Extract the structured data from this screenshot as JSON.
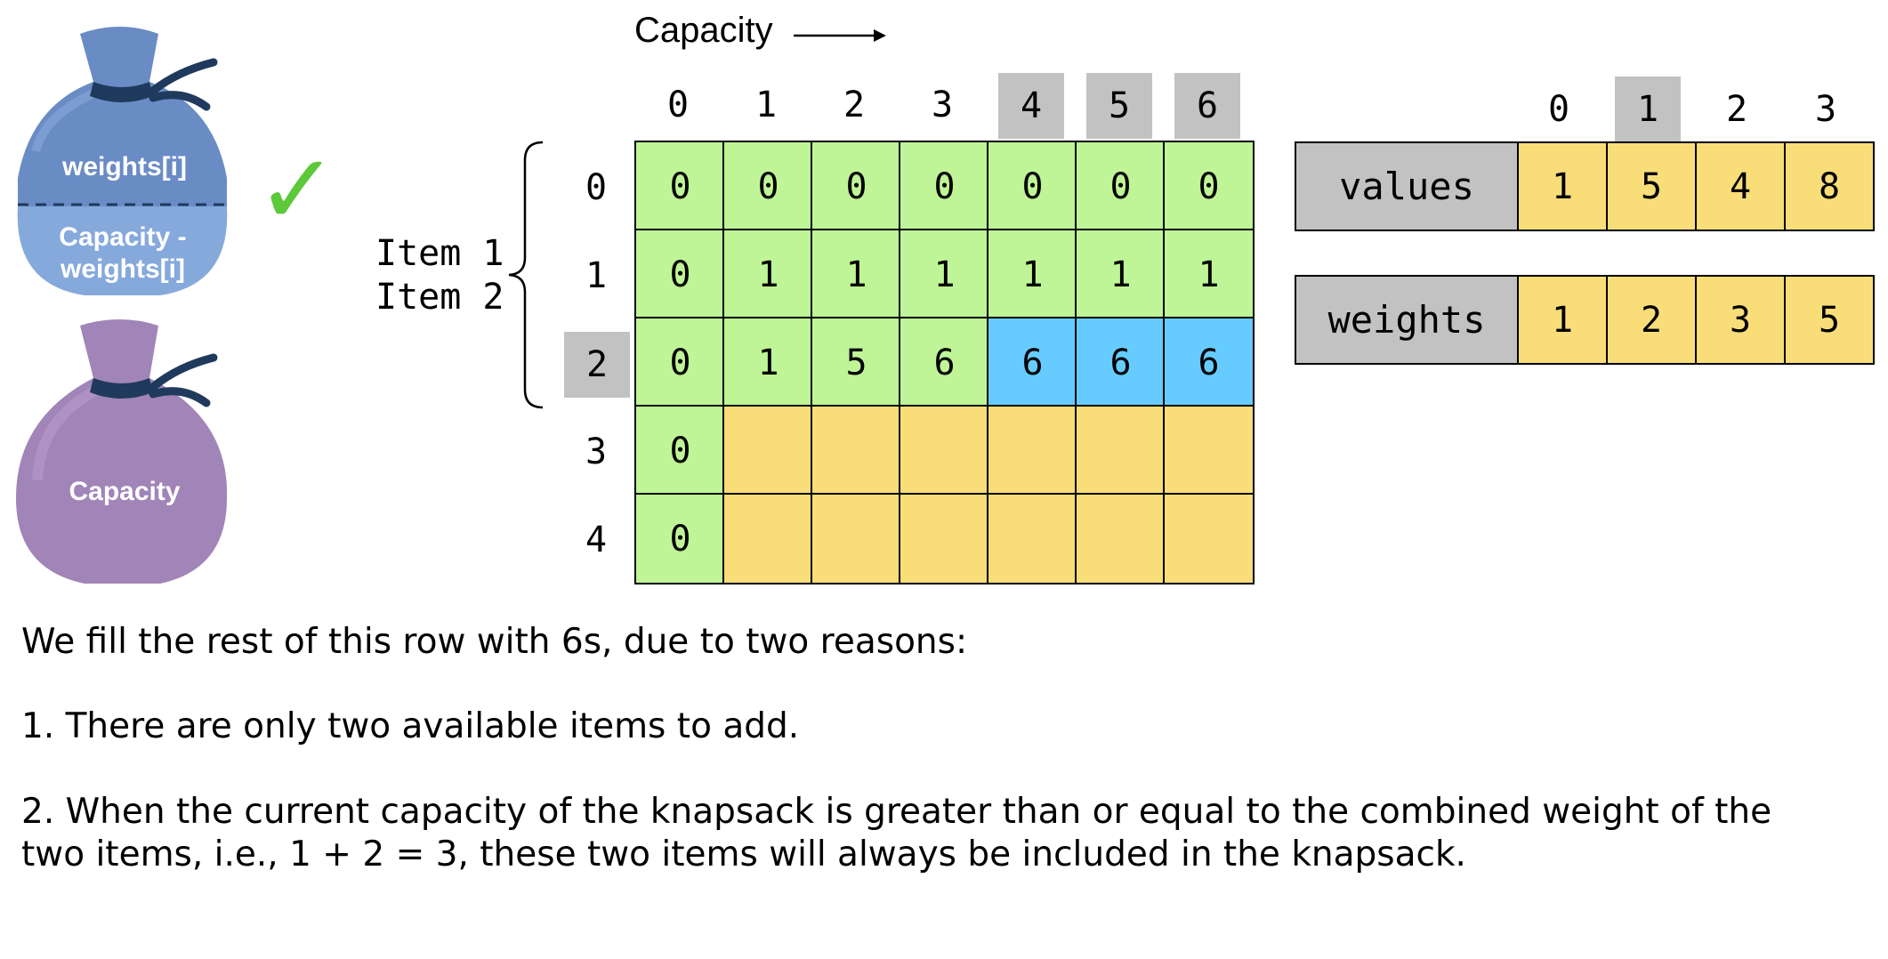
{
  "sacks": {
    "top_upper_label": "weights[i]",
    "top_lower_label_line1": "Capacity -",
    "top_lower_label_line2": "weights[i]",
    "bottom_label": "Capacity",
    "check_mark": "✓",
    "colors": {
      "top_sack": "#6f8fc6",
      "top_sack_lower": "#8fb0e0",
      "bottom_sack": "#a385b9",
      "tie": "#1f3a5c",
      "check": "#5cc93a"
    }
  },
  "dp_table": {
    "capacity_title": "Capacity",
    "capacity_arrow": "→",
    "col_headers": [
      "0",
      "1",
      "2",
      "3",
      "4",
      "5",
      "6"
    ],
    "highlighted_cols": [
      4,
      5,
      6
    ],
    "row_headers": [
      "0",
      "1",
      "2",
      "3",
      "4"
    ],
    "highlighted_row": 2,
    "item_labels": [
      "Item 1",
      "Item 2"
    ],
    "rows": [
      [
        "0",
        "0",
        "0",
        "0",
        "0",
        "0",
        "0"
      ],
      [
        "0",
        "1",
        "1",
        "1",
        "1",
        "1",
        "1"
      ],
      [
        "0",
        "1",
        "5",
        "6",
        "6",
        "6",
        "6"
      ],
      [
        "0",
        "",
        "",
        "",
        "",
        "",
        ""
      ],
      [
        "0",
        "",
        "",
        "",
        "",
        "",
        ""
      ]
    ],
    "cell_colors": [
      [
        "green",
        "green",
        "green",
        "green",
        "green",
        "green",
        "green"
      ],
      [
        "green",
        "green",
        "green",
        "green",
        "green",
        "green",
        "green"
      ],
      [
        "green",
        "green",
        "green",
        "green",
        "blue",
        "blue",
        "blue"
      ],
      [
        "green",
        "yellow",
        "yellow",
        "yellow",
        "yellow",
        "yellow",
        "yellow"
      ],
      [
        "green",
        "yellow",
        "yellow",
        "yellow",
        "yellow",
        "yellow",
        "yellow"
      ]
    ],
    "colors": {
      "green": "#bff596",
      "blue": "#66ccff",
      "yellow": "#f9dd79",
      "header_highlight": "#c2c2c2"
    }
  },
  "arrays": {
    "indices": [
      "0",
      "1",
      "2",
      "3"
    ],
    "highlighted_index": 1,
    "values_label": "values",
    "values": [
      "1",
      "5",
      "4",
      "8"
    ],
    "weights_label": "weights",
    "weights": [
      "1",
      "2",
      "3",
      "5"
    ]
  },
  "explanation": {
    "line1": "We fill the rest of this row with 6s, due to two reasons:",
    "line2": "1.  There are only two available items to add.",
    "line3a": "2. When the current capacity of the knapsack is greater than or equal to the combined weight of the",
    "line3b": "two items, i.e., 1 + 2 = 3, these two items will always be included in the knapsack."
  }
}
